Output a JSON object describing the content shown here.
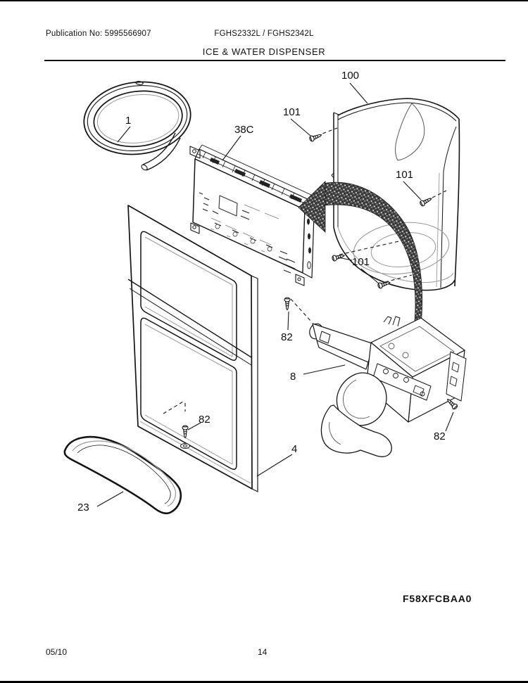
{
  "header": {
    "publication_no": "Publication No: 5995566907",
    "model_numbers": "FGHS2332L / FGHS2342L",
    "title": "ICE & WATER DISPENSER"
  },
  "diagram": {
    "code": "F58XFCBAA0",
    "callouts": [
      {
        "label": "1"
      },
      {
        "label": "38C"
      },
      {
        "label": "100"
      },
      {
        "label": "101"
      },
      {
        "label": "101"
      },
      {
        "label": "101"
      },
      {
        "label": "82"
      },
      {
        "label": "8"
      },
      {
        "label": "82"
      },
      {
        "label": "82"
      },
      {
        "label": "4"
      },
      {
        "label": "23"
      }
    ]
  },
  "footer": {
    "date_code": "05/10",
    "page_number": "14"
  },
  "colors": {
    "line": "#141414",
    "light_line": "#999999",
    "arrow_fill": "#474747",
    "background": "#ffffff"
  }
}
